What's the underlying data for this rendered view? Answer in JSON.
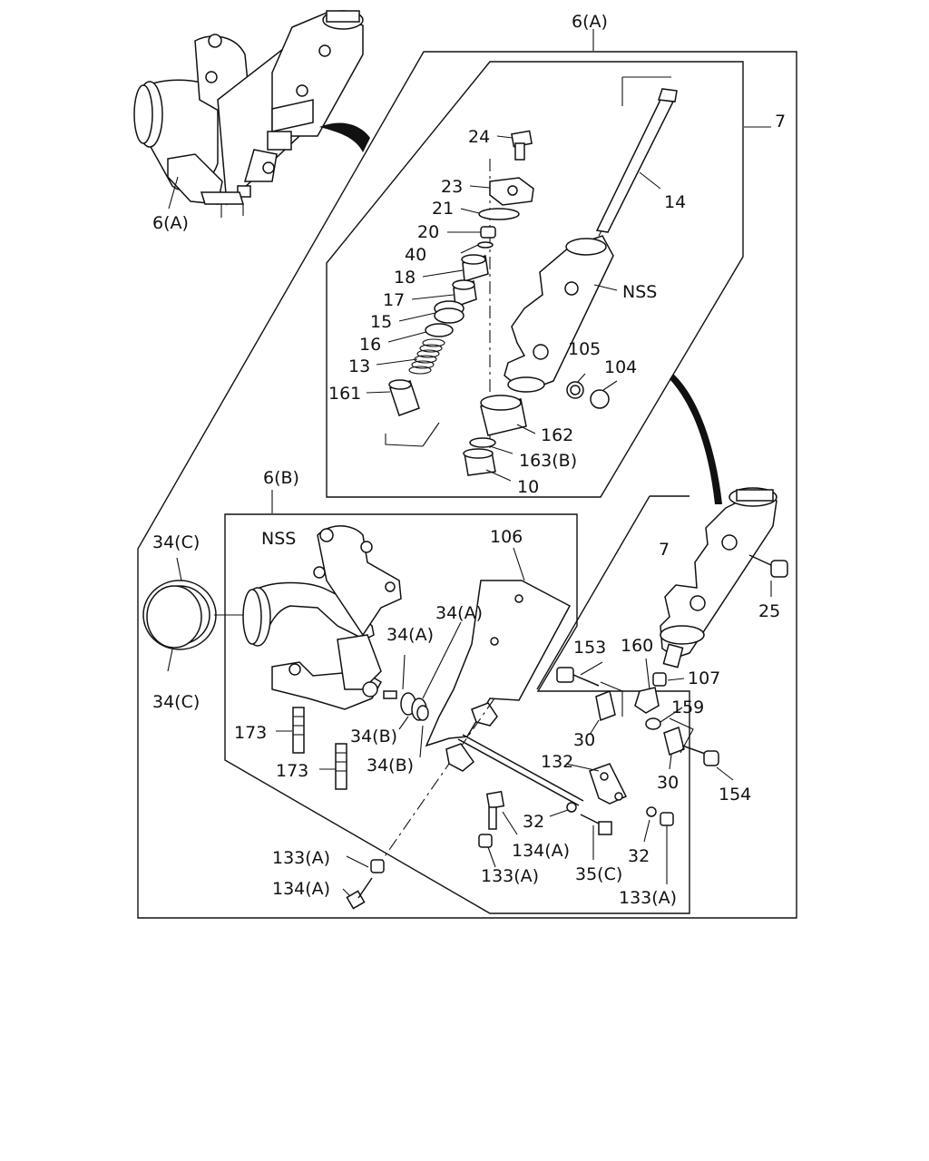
{
  "labels": {
    "l_6A_top": "6(A)",
    "l_7_right": "7",
    "l_6A_left": "6(A)",
    "l_24": "24",
    "l_23": "23",
    "l_21": "21",
    "l_20": "20",
    "l_40": "40",
    "l_18": "18",
    "l_17": "17",
    "l_15": "15",
    "l_16": "16",
    "l_13": "13",
    "l_161": "161",
    "l_14": "14",
    "l_nss_top": "NSS",
    "l_105": "105",
    "l_104": "104",
    "l_162": "162",
    "l_163B": "163(B)",
    "l_10": "10",
    "l_6B": "6(B)",
    "l_34C_top": "34(C)",
    "l_34C_bot": "34(C)",
    "l_nss_mid": "NSS",
    "l_106": "106",
    "l_34A_1": "34(A)",
    "l_34A_2": "34(A)",
    "l_34B_1": "34(B)",
    "l_34B_2": "34(B)",
    "l_173_1": "173",
    "l_173_2": "173",
    "l_7_mid": "7",
    "l_25": "25",
    "l_153": "153",
    "l_160": "160",
    "l_107": "107",
    "l_159": "159",
    "l_30_1": "30",
    "l_30_2": "30",
    "l_154": "154",
    "l_132": "132",
    "l_32_1": "32",
    "l_32_2": "32",
    "l_134A_1": "134(A)",
    "l_134A_2": "134(A)",
    "l_133A_1": "133(A)",
    "l_133A_2": "133(A)",
    "l_133A_3": "133(A)",
    "l_35C": "35(C)"
  }
}
